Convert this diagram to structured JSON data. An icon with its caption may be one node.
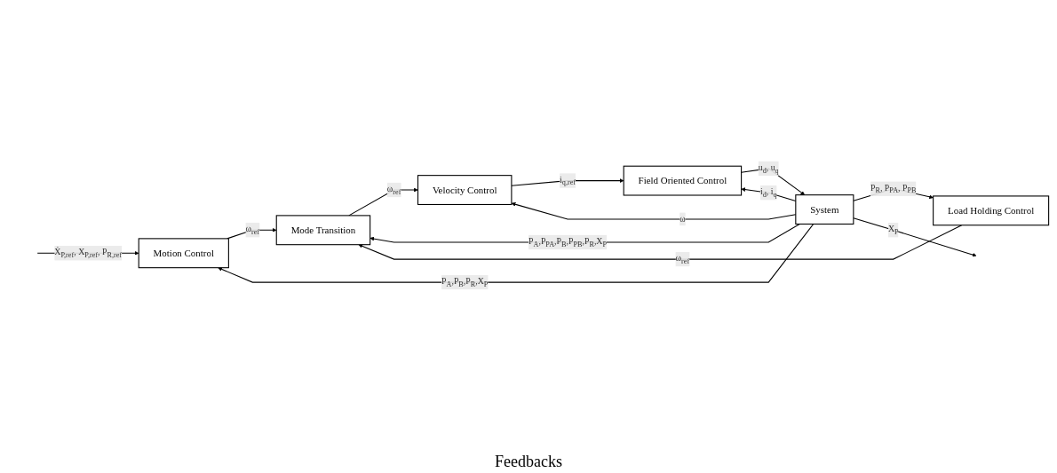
{
  "diagram": {
    "nodes": [
      {
        "text": [
          "Motion Control"
        ]
      },
      {
        "text": [
          "Mode Transition"
        ]
      },
      {
        "text": [
          "Load Holding Control"
        ]
      },
      {
        "text": [
          "Velocity Control"
        ]
      },
      {
        "text": [
          "Field Oriented Control"
        ]
      },
      {
        "text": [
          "System"
        ]
      }
    ],
    "edges": [
      {
        "from": null,
        "to": 0,
        "arrow": "to",
        "label": "Ẋ$_{P,ref}$, X$_{P,ref}$, P$_{R,ref}$"
      },
      {
        "from": 5,
        "to": 0,
        "arrow": "to",
        "label": "P$_{A}$,P$_{B}$,P$_{R}$,X$_{P}$"
      },
      {
        "from": 5,
        "to": 1,
        "arrow": "to",
        "label": "P$_{A}$,P$_{PA}$,P$_{B}$,P$_{PB}$,P$_{R}$,X$_{P}$"
      },
      {
        "from": 5,
        "to": 2,
        "arrow": "to",
        "label": "P$_{R}$, P$_{PA}$, P$_{PB}$"
      },
      {
        "from": 0,
        "to": 1,
        "arrow": "to",
        "label": "ω$_{ref}$"
      },
      {
        "from": 2,
        "to": 1,
        "arrow": "to",
        "label": "ω$_{ref}$"
      },
      {
        "from": 1,
        "to": 3,
        "arrow": "to",
        "label": "ω$_{ref}$"
      },
      {
        "from": 5,
        "to": 3,
        "arrow": "to",
        "label": "ω"
      },
      {
        "from": 3,
        "to": 4,
        "arrow": "to",
        "label": "i$_{q,ref}$"
      },
      {
        "from": 5,
        "to": 4,
        "arrow": "to",
        "label": "i$_{d}$, i$_{q}$"
      },
      {
        "from": 4,
        "to": 5,
        "arrow": "to",
        "label": "u$_{d}$, u$_{q}$"
      },
      {
        "from": 5,
        "to": null,
        "arrow": "to",
        "label": "X$_{P}$"
      }
    ],
    "labels": [
      "Feedbacks"
    ]
  }
}
